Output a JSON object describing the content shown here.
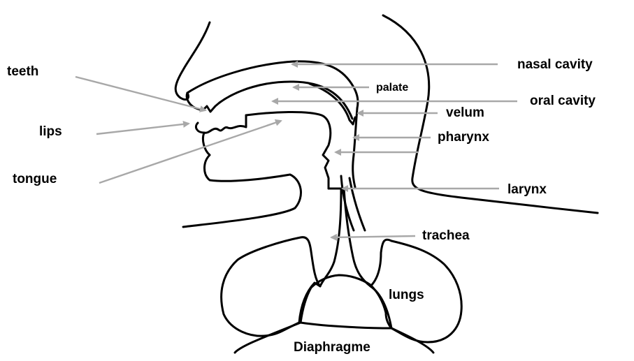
{
  "labels": {
    "teeth": "teeth",
    "lips": "lips",
    "tongue": "tongue",
    "nasal_cavity": "nasal cavity",
    "palate": "palate",
    "oral_cavity": "oral cavity",
    "velum": "velum",
    "pharynx": "pharynx",
    "larynx": "larynx",
    "trachea": "trachea",
    "lungs": "lungs",
    "diaphragme": "Diaphragme"
  },
  "colors": {
    "outline": "#000000",
    "arrow": "#a8a8a8",
    "background": "#ffffff"
  }
}
